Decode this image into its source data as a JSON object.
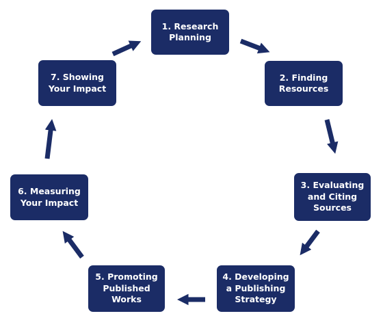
{
  "steps": [
    {
      "label": "1. Research\nPlanning"
    },
    {
      "label": "2. Finding\nResources"
    },
    {
      "label": "3. Evaluating\nand Citing\nSources"
    },
    {
      "label": "4. Developing\na Publishing\nStrategy"
    },
    {
      "label": "5. Promoting\nPublished\nWorks"
    },
    {
      "label": "6. Measuring\nYour Impact"
    },
    {
      "label": "7. Showing\nYour Impact"
    }
  ],
  "colors": {
    "box": "#1b2c66",
    "arrow": "#1b2c66",
    "text": "#ffffff"
  }
}
